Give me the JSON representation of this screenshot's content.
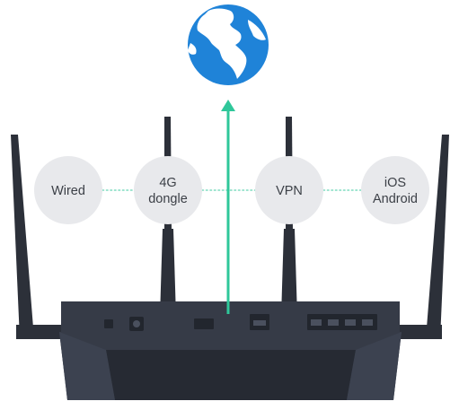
{
  "diagram": {
    "connection_options": [
      {
        "id": "wired",
        "lines": [
          "Wired"
        ]
      },
      {
        "id": "4g-dongle",
        "lines": [
          "4G",
          "dongle"
        ]
      },
      {
        "id": "vpn",
        "lines": [
          "VPN"
        ]
      },
      {
        "id": "ios-android",
        "lines": [
          "iOS",
          "Android"
        ]
      }
    ],
    "colors": {
      "bubble_fill": "#e8e9ec",
      "bubble_text": "#3c4047",
      "connector_dotted": "#7fdcc0",
      "uplink_arrow": "#2fc79a",
      "router_body": "#363b47",
      "router_dark": "#262a33",
      "antenna": "#2c3039",
      "globe_ocean": "#1f83d8",
      "globe_land": "#ffffff"
    },
    "icons": {
      "globe": "globe-icon",
      "uplink": "up-arrow-icon",
      "router": "router-icon"
    }
  }
}
